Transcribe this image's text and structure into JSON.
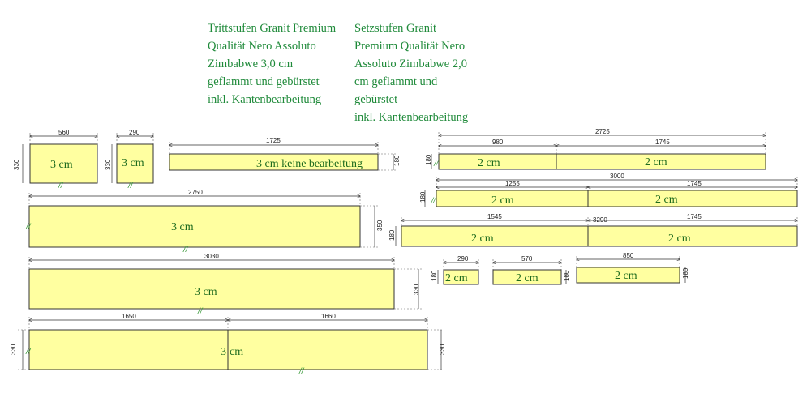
{
  "headings": {
    "tread": "Trittstufen Granit Premium\nQualität Nero Assoluto\nZimbabwe 3,0 cm\ngeflammt und gebürstet\ninkl. Kantenbearbeitung",
    "riser": "Setzstufen Granit\nPremium Qualität Nero\nAssoluto Zimbabwe 2,0\ncm geflammt und\ngebürstet\ninkl. Kantenbearbeitung"
  },
  "colors": {
    "slab_fill": "#ffffa0",
    "heading_green": "#1f8a3a",
    "label_green": "#1e6b1e"
  },
  "pieces": {
    "p560": {
      "width": "560",
      "height": "330",
      "label": "3 cm"
    },
    "p290": {
      "width": "290",
      "height": "330",
      "label": "3 cm"
    },
    "p1725": {
      "width": "1725",
      "height": "180",
      "label": "3 cm  keine bearbeitung"
    },
    "p2750": {
      "width": "2750",
      "height": "350",
      "label": "3 cm"
    },
    "p3030": {
      "width": "3030",
      "height": "330",
      "label": "3 cm"
    },
    "p3310": {
      "widths": [
        "1650",
        "1660"
      ],
      "height_left": "330",
      "height_right": "330",
      "label_a": "3",
      "label_b": "cm"
    },
    "r2725": {
      "total": "2725",
      "parts": [
        "980",
        "1745"
      ],
      "height": "180",
      "labels": [
        "2 cm",
        "2 cm"
      ]
    },
    "r3000": {
      "total": "3000",
      "parts": [
        "1255",
        "1745"
      ],
      "height": "180",
      "labels": [
        "2 cm",
        "2 cm"
      ]
    },
    "r3290": {
      "total": "3290",
      "parts": [
        "1545",
        "1745"
      ],
      "height": "180",
      "labels": [
        "2 cm",
        "2 cm"
      ]
    },
    "r290": {
      "width": "290",
      "height": "180",
      "label": "2 cm"
    },
    "r570": {
      "width": "570",
      "height": "180",
      "label": "2 cm"
    },
    "r850": {
      "width": "850",
      "height": "180",
      "label": "2 cm"
    }
  }
}
